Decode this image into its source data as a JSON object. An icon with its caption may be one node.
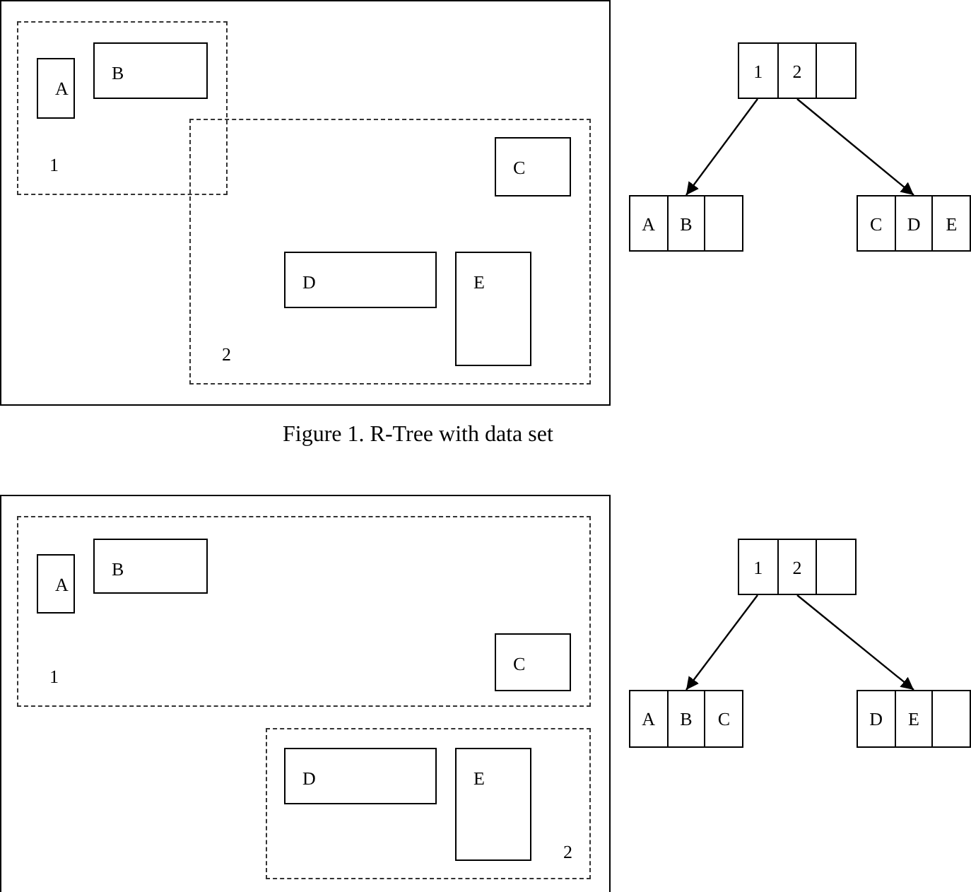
{
  "diagram": {
    "caption": "Figure 1. R-Tree with data set",
    "nodes": [
      {
        "text": [],
        "shape": "box"
      },
      {
        "text": [
          "1"
        ],
        "in": 0
      },
      {
        "text": [
          "A"
        ],
        "in": 1
      },
      {
        "text": [
          "B"
        ],
        "in": 1
      },
      {
        "text": [
          "2"
        ],
        "in": 0
      },
      {
        "text": [
          "C"
        ],
        "in": 4
      },
      {
        "text": [
          "D"
        ],
        "in": 4
      },
      {
        "text": [
          "E"
        ],
        "in": 4
      },
      {
        "text": [
          "1",
          "2"
        ]
      },
      {
        "text": [
          "A",
          "B"
        ]
      },
      {
        "text": [
          "C",
          "D",
          "E"
        ]
      },
      {
        "text": [],
        "shape": "box"
      },
      {
        "text": [
          "1"
        ],
        "in": 11
      },
      {
        "text": [
          "A"
        ],
        "in": 12
      },
      {
        "text": [
          "B"
        ],
        "in": 12
      },
      {
        "text": [
          "C"
        ],
        "in": 12
      },
      {
        "text": [
          "2"
        ],
        "in": 11
      },
      {
        "text": [
          "D"
        ],
        "in": 16
      },
      {
        "text": [
          "E"
        ],
        "in": 16
      },
      {
        "text": [
          "1",
          "2"
        ]
      },
      {
        "text": [
          "A",
          "B",
          "C"
        ]
      },
      {
        "text": [
          "D",
          "E"
        ]
      }
    ],
    "edges": [
      {
        "from": 8,
        "to": 9,
        "arrow": "to"
      },
      {
        "from": 8,
        "to": 10,
        "arrow": "to"
      },
      {
        "from": 19,
        "to": 20,
        "arrow": "to"
      },
      {
        "from": 19,
        "to": 21,
        "arrow": "to"
      }
    ]
  }
}
